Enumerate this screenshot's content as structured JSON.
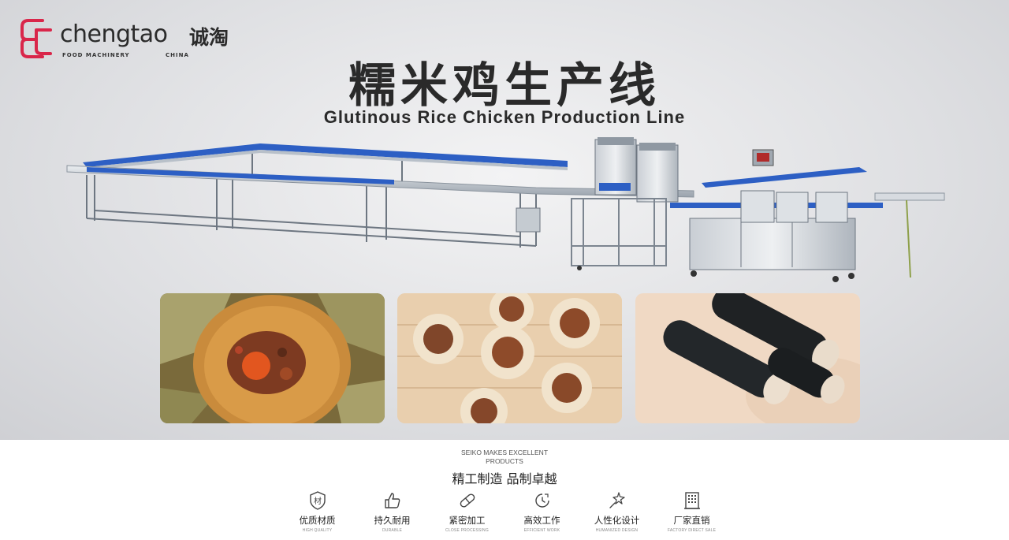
{
  "brand": {
    "name": "chengtao",
    "name_cn": "诚淘",
    "sub_left": "FOOD MACHINERY",
    "sub_right": "CHINA",
    "color": "#d9264a"
  },
  "hero": {
    "title_cn": "糯米鸡生产线",
    "title_en": "Glutinous Rice Chicken Production Line"
  },
  "photos": [
    {
      "icon": "lotus-leaf-rice-photo"
    },
    {
      "icon": "shaomai-steamer-photo"
    },
    {
      "icon": "seaweed-rice-roll-photo"
    }
  ],
  "footer": {
    "en_line1": "SEIKO MAKES EXCELLENT",
    "en_line2": "PRODUCTS",
    "cn": "精工制造 品制卓越"
  },
  "features": [
    {
      "icon": "material-icon",
      "cn": "优质材质",
      "en": "HIGH QUALITY"
    },
    {
      "icon": "thumbs-up-icon",
      "cn": "持久耐用",
      "en": "DURABLE"
    },
    {
      "icon": "capsule-icon",
      "cn": "紧密加工",
      "en": "CLOSE PROCESSING"
    },
    {
      "icon": "clock-icon",
      "cn": "高效工作",
      "en": "EFFICIENT WORK"
    },
    {
      "icon": "sparkle-icon",
      "cn": "人性化设计",
      "en": "HUMANIZED DESIGN"
    },
    {
      "icon": "building-icon",
      "cn": "厂家直销",
      "en": "FACTORY DIRECT SALE"
    }
  ]
}
